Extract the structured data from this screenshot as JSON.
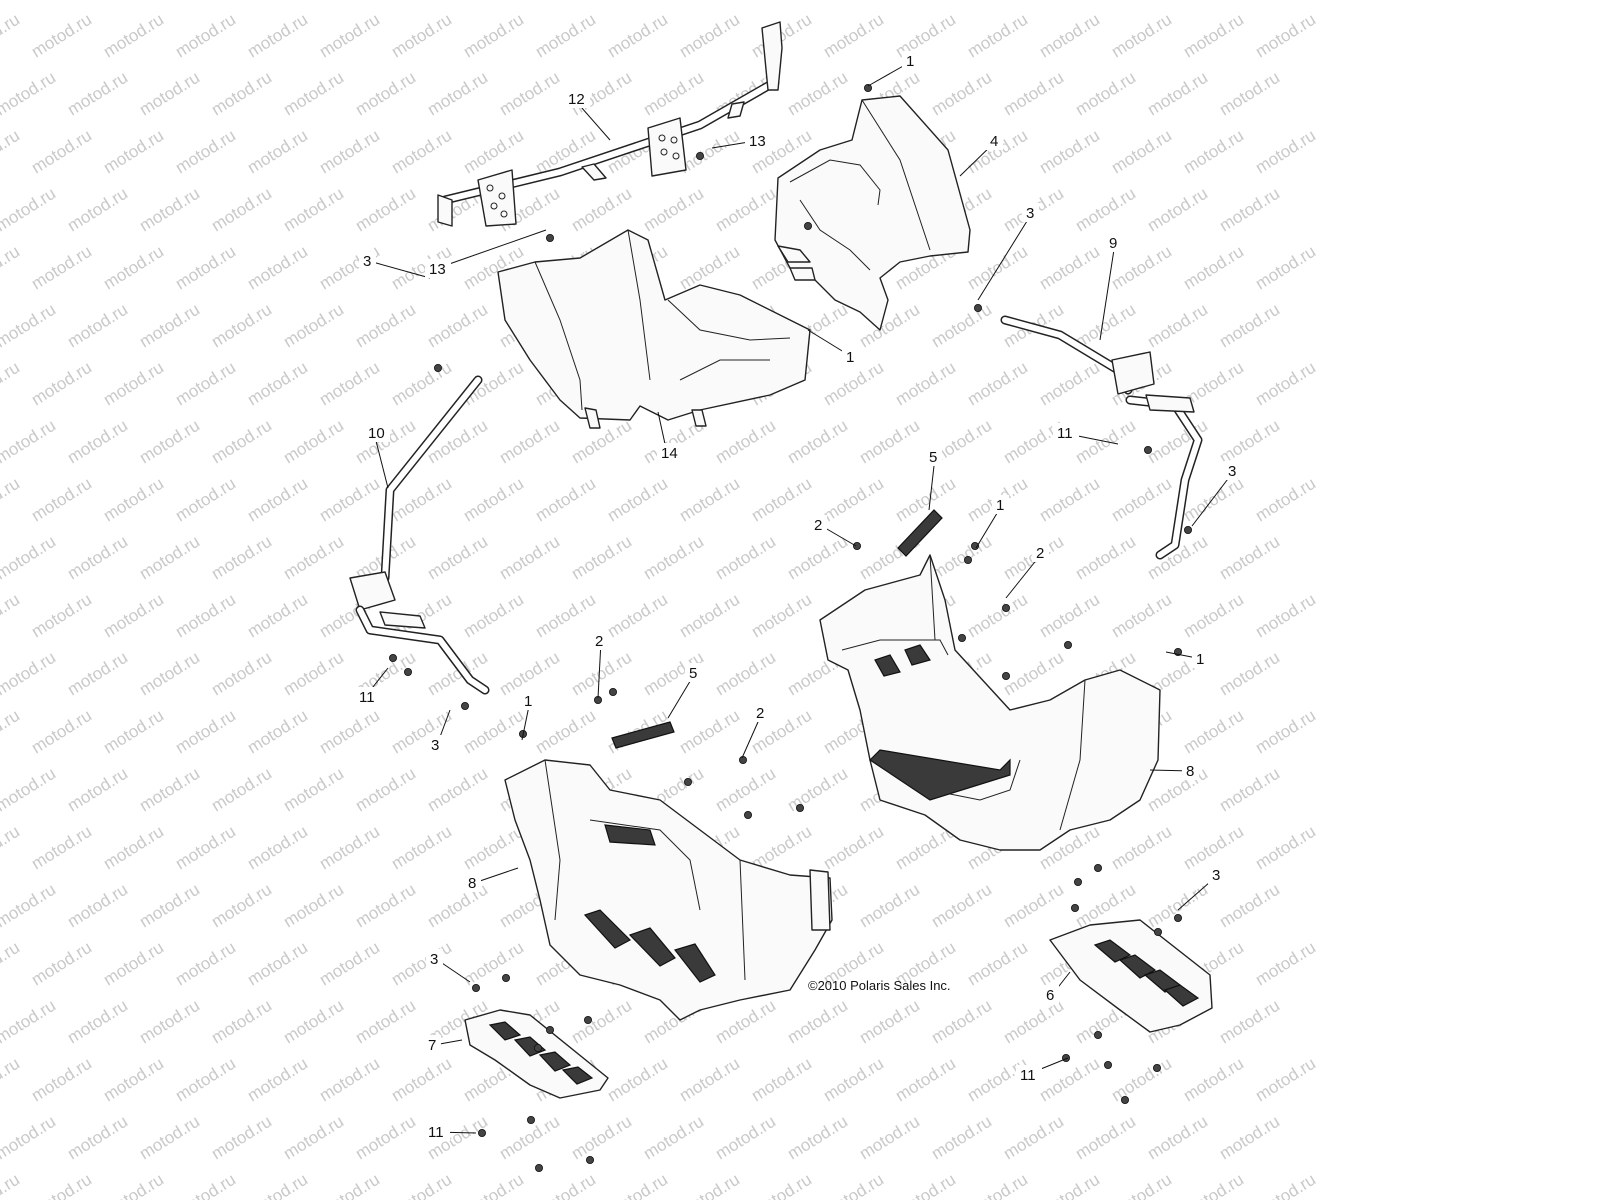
{
  "watermark": {
    "text": "motod.ru",
    "color": "#c9c9c9"
  },
  "copyright": "©2010 Polaris Sales Inc.",
  "callouts": [
    {
      "label": "1"
    },
    {
      "label": "1"
    },
    {
      "label": "1"
    },
    {
      "label": "1"
    },
    {
      "label": "1"
    },
    {
      "label": "2"
    },
    {
      "label": "2"
    },
    {
      "label": "2"
    },
    {
      "label": "2"
    },
    {
      "label": "3"
    },
    {
      "label": "3"
    },
    {
      "label": "3"
    },
    {
      "label": "3"
    },
    {
      "label": "3"
    },
    {
      "label": "3"
    },
    {
      "label": "4"
    },
    {
      "label": "5"
    },
    {
      "label": "5"
    },
    {
      "label": "6"
    },
    {
      "label": "7"
    },
    {
      "label": "8"
    },
    {
      "label": "8"
    },
    {
      "label": "9"
    },
    {
      "label": "10"
    },
    {
      "label": "11"
    },
    {
      "label": "11"
    },
    {
      "label": "11"
    },
    {
      "label": "11"
    },
    {
      "label": "12"
    },
    {
      "label": "13"
    },
    {
      "label": "13"
    },
    {
      "label": "14"
    }
  ]
}
